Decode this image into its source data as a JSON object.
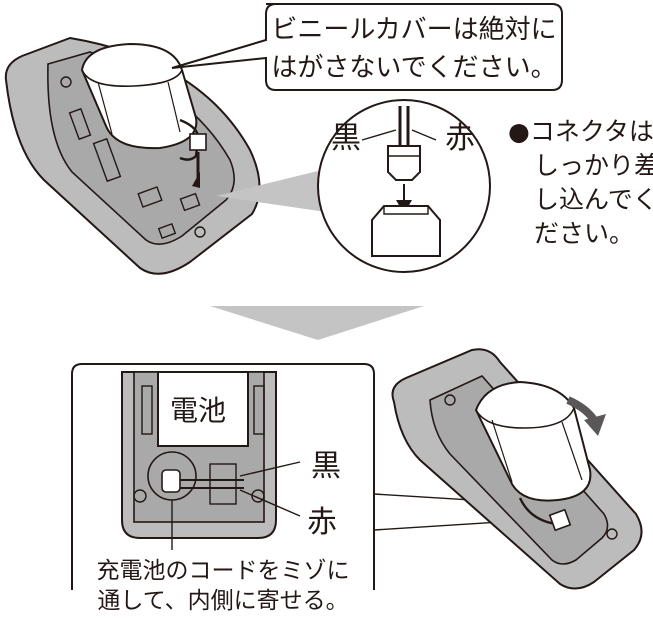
{
  "callouts": {
    "vinyl_line1": "ビニールカバーは絶対に",
    "vinyl_line2": "はがさないでください。",
    "connector_line1": "●コネクタは",
    "connector_line2": "しっかり差",
    "connector_line3": "し込んでく",
    "connector_line4": "ださい。",
    "black": "黒",
    "red": "赤",
    "battery": "電池",
    "groove_line1": "充電池のコードをミゾに",
    "groove_line2": "通して、内側に寄せる。"
  },
  "colors": {
    "ink": "#231815",
    "body_fill": "#bcbcbc",
    "body_inner": "#a8a8a8",
    "arrow": "#c4c4c4",
    "white": "#ffffff"
  },
  "icons": [
    "down-arrow-icon",
    "curved-arrow-icon"
  ]
}
